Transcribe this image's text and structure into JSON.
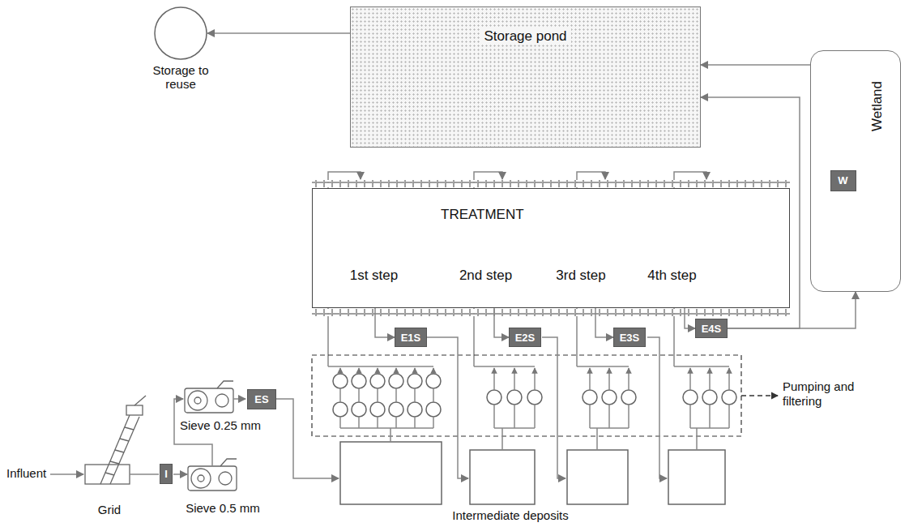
{
  "diagram": {
    "nodes": [
      {
        "text": [
          "Storage to reuse"
        ]
      },
      {
        "text": [
          "Storage pond"
        ]
      },
      {
        "text": [
          "Wetland"
        ]
      },
      {
        "text": [
          "W"
        ],
        "in": 2
      },
      {
        "text": [
          "TREATMENT"
        ]
      },
      {
        "text": [
          "1st step"
        ],
        "in": 4
      },
      {
        "text": [
          "2nd step"
        ],
        "in": 4
      },
      {
        "text": [
          "3rd step"
        ],
        "in": 4
      },
      {
        "text": [
          "4th step"
        ],
        "in": 4
      },
      {
        "text": [
          "E1S"
        ]
      },
      {
        "text": [
          "E2S"
        ]
      },
      {
        "text": [
          "E3S"
        ]
      },
      {
        "text": [
          "E4S"
        ]
      },
      {
        "text": [
          "ES"
        ]
      },
      {
        "text": [
          "I"
        ]
      }
    ],
    "edges": [
      {
        "from": 1,
        "to": 0,
        "arrow": "to"
      },
      {
        "from": 2,
        "to": 1,
        "arrow": "to"
      },
      {
        "from": 5,
        "to": 9,
        "arrow": "to"
      },
      {
        "from": 6,
        "to": 10,
        "arrow": "to"
      },
      {
        "from": 7,
        "to": 11,
        "arrow": "to"
      },
      {
        "from": 8,
        "to": 12,
        "arrow": "to"
      },
      {
        "from": 12,
        "to": 1,
        "arrow": "to"
      },
      {
        "from": 12,
        "to": 2,
        "arrow": "to"
      }
    ],
    "labels": [
      "Influent",
      "Grid",
      "Sieve 0.5 mm",
      "Sieve 0.25 mm",
      "Intermediate deposits",
      "Pumping and filtering"
    ]
  }
}
